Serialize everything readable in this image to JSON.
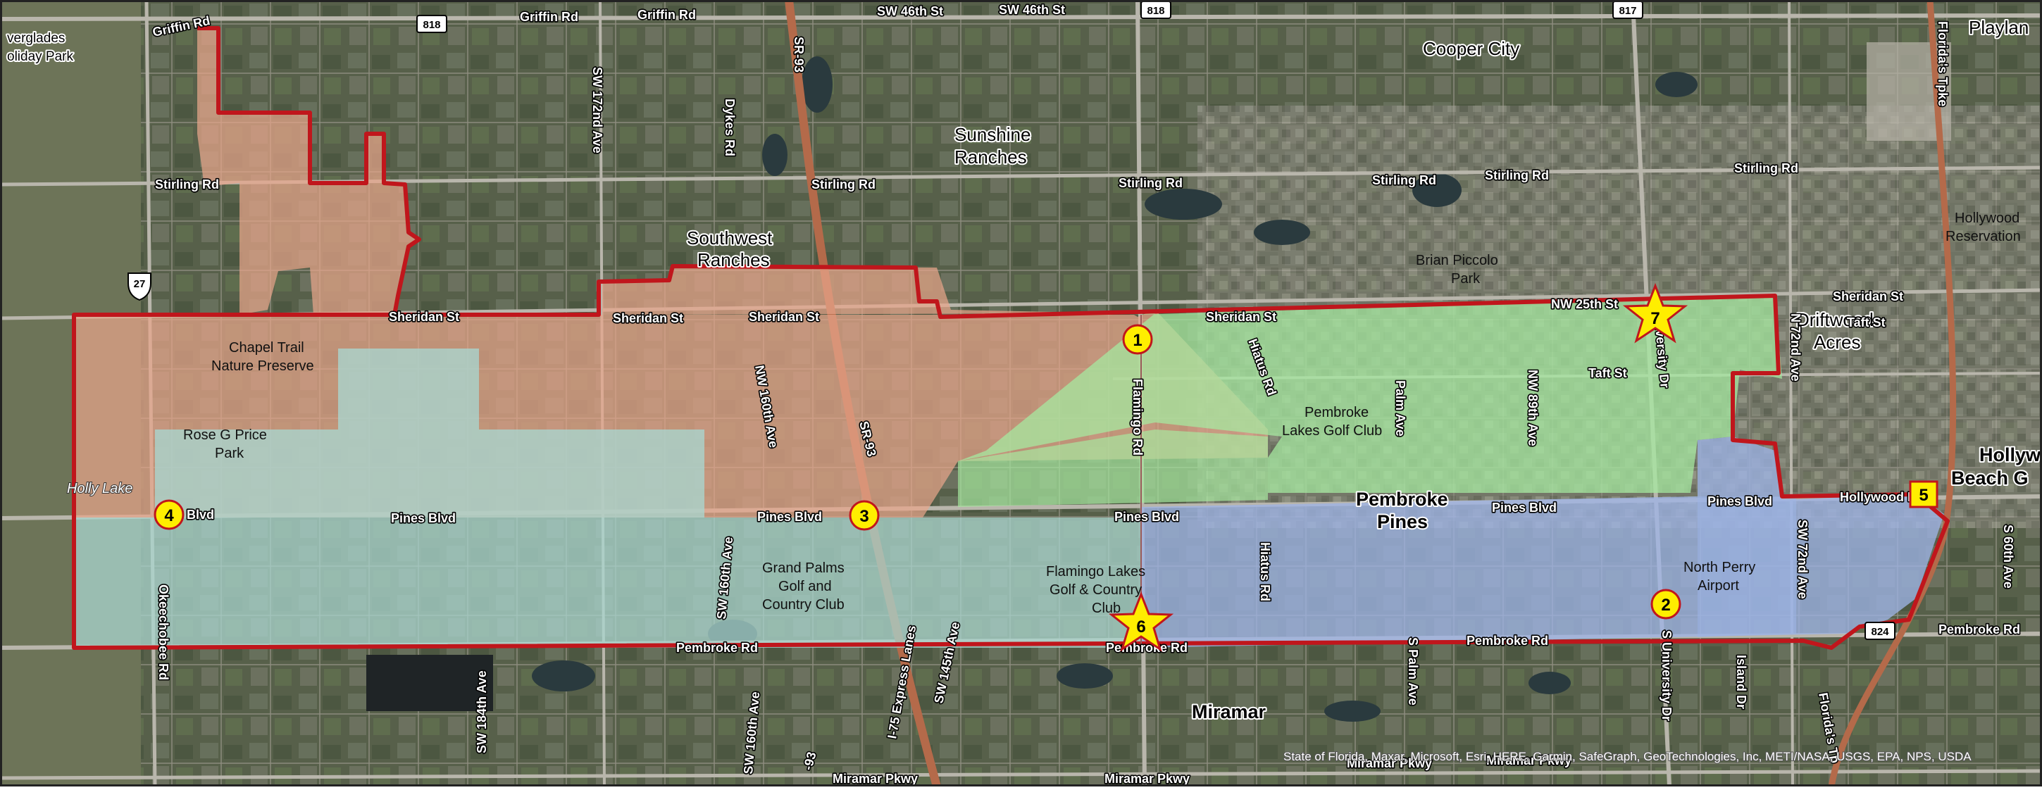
{
  "map": {
    "attribution": "State of Florida, Maxar, Microsoft, Esri, HERE, Garmin, SafeGraph, GeoTechnologies, Inc, METI/NASA, USGS, EPA, NPS, USDA",
    "colors": {
      "zone_salmon": "#e8a58a",
      "zone_teal": "#a9d6cf",
      "zone_green": "#a6e8a0",
      "zone_blue": "#9db4e6",
      "boundary": "#c0161c",
      "marker_fill": "#ffee00",
      "marker_stroke": "#c0161c"
    },
    "places": {
      "cooper_city": "Cooper City",
      "sunshine_ranches_1": "Sunshine",
      "sunshine_ranches_2": "Ranches",
      "southwest_ranches_1": "Southwest",
      "southwest_ranches_2": "Ranches",
      "driftwood_1": "Driftwood",
      "driftwood_2": "Acres",
      "pembroke_pines_1": "Pembroke",
      "pembroke_pines_2": "Pines",
      "miramar": "Miramar",
      "playland": "Playlan",
      "hollywood_beach_1": "Hollyw",
      "hollywood_beach_2": "Beach G",
      "everglades_1": "verglades",
      "everglades_2": "oliday Park"
    },
    "pois": {
      "brian_piccolo_1": "Brian Piccolo",
      "brian_piccolo_2": "Park",
      "chapel_trail_1": "Chapel Trail",
      "chapel_trail_2": "Nature Preserve",
      "rose_price_1": "Rose G Price",
      "rose_price_2": "Park",
      "pembroke_lakes_1": "Pembroke",
      "pembroke_lakes_2": "Lakes Golf Club",
      "grand_palms_1": "Grand Palms",
      "grand_palms_2": "Golf and",
      "grand_palms_3": "Country Club",
      "flamingo_lakes_1": "Flamingo Lakes",
      "flamingo_lakes_2": "Golf & Country",
      "flamingo_lakes_3": "Club",
      "north_perry_1": "North Perry",
      "north_perry_2": "Airport",
      "hollywood_res_1": "Hollywood",
      "hollywood_res_2": "Reservation",
      "holly_lake": "Holly Lake"
    },
    "roads": {
      "griffin_1": "Griffin Rd",
      "griffin_2": "Griffin Rd",
      "griffin_3": "Griffin Rd",
      "sw46_1": "SW 46th St",
      "sw46_2": "SW 46th St",
      "stirling_1": "Stirling Rd",
      "stirling_2": "Stirling Rd",
      "stirling_3": "Stirling Rd",
      "stirling_4": "Stirling Rd",
      "stirling_5": "Stirling Rd",
      "stirling_6": "Stirling Rd",
      "sheridan_1": "Sheridan St",
      "sheridan_2": "Sheridan St",
      "sheridan_3": "Sheridan St",
      "sheridan_4": "Sheridan St",
      "sheridan_5": "Sheridan St",
      "nw25": "NW 25th St",
      "taft_1": "Taft St",
      "taft_2": "Taft St",
      "pines_1": "es Blvd",
      "pines_2": "Pines Blvd",
      "pines_3": "Pines Blvd",
      "pines_4": "Pines Blvd",
      "pines_5": "Pines Blvd",
      "pines_6": "Pines Blvd",
      "hollywood_blvd": "Hollywood Blvd",
      "pembroke_1": "Pembroke Rd",
      "pembroke_2": "Pembroke Rd",
      "pembroke_3": "Pembroke Rd",
      "pembroke_4": "Pembroke Rd",
      "miramar_1": "Miramar Pkwy",
      "miramar_2": "Miramar Pkwy",
      "miramar_3": "Miramar Pkwy",
      "miramar_4": "Miramar Pkwy",
      "sw172": "SW 172nd Ave",
      "dykes": "Dykes Rd",
      "sr93_1": "SR-93",
      "sr93_2": "SR-93",
      "sr93_3": "-93",
      "nw160": "NW 160th Ave",
      "sw160": "SW 160th Ave",
      "sw160b": "SW 160th Ave",
      "sw184": "SW 184th Ave",
      "okeechobee": "Okeechobee Rd",
      "i75": "I-75 Express Lanes",
      "sw145": "SW 145th Ave",
      "flamingo": "Flamingo Rd",
      "hiatus_1": "Hiatus Rd",
      "hiatus_2": "Hiatus Rd",
      "palm_1": "Palm Ave",
      "palm_2": "S Palm Ave",
      "nw89": "NW 89th Ave",
      "university_1": "University Dr",
      "university_2": "S University Dr",
      "n72": "N 72nd Ave",
      "sw72": "SW 72nd Ave",
      "island": "Island Dr",
      "fl_tpke_1": "Florida's Tpke",
      "fl_tpke_2": "Florida's Tp",
      "s60": "S 60th Ave"
    },
    "shields": {
      "s818a": "818",
      "s818b": "818",
      "s817": "817",
      "s27": "27",
      "s824": "824"
    },
    "markers": {
      "m1": "1",
      "m2": "2",
      "m3": "3",
      "m4": "4",
      "m5": "5",
      "m6": "6",
      "m7": "7"
    }
  }
}
